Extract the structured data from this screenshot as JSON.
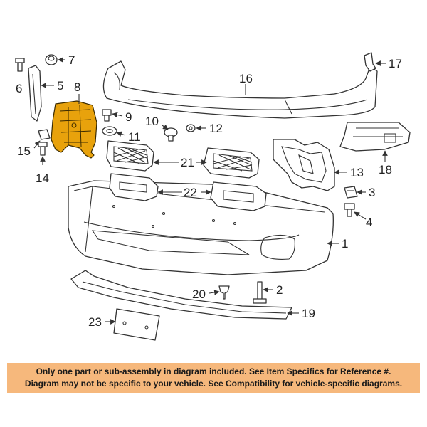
{
  "callouts": {
    "c1": "1",
    "c2": "2",
    "c3": "3",
    "c4": "4",
    "c5": "5",
    "c6": "6",
    "c7": "7",
    "c8": "8",
    "c9": "9",
    "c10": "10",
    "c11": "11",
    "c12": "12",
    "c13": "13",
    "c14": "14",
    "c15": "15",
    "c16": "16",
    "c17": "17",
    "c18": "18",
    "c19": "19",
    "c20": "20",
    "c21": "21",
    "c22": "22",
    "c23": "23"
  },
  "highlighted_part": "8",
  "colors": {
    "highlight": "#e8a20c",
    "notice_background": "#f6b87c",
    "line": "#333333"
  },
  "notice": {
    "line1": "Only one part or sub-assembly in diagram included. See Item Specifics for Reference #.",
    "line2": "Diagram may not be specific to your vehicle. See Compatibility for vehicle-specific diagrams."
  }
}
